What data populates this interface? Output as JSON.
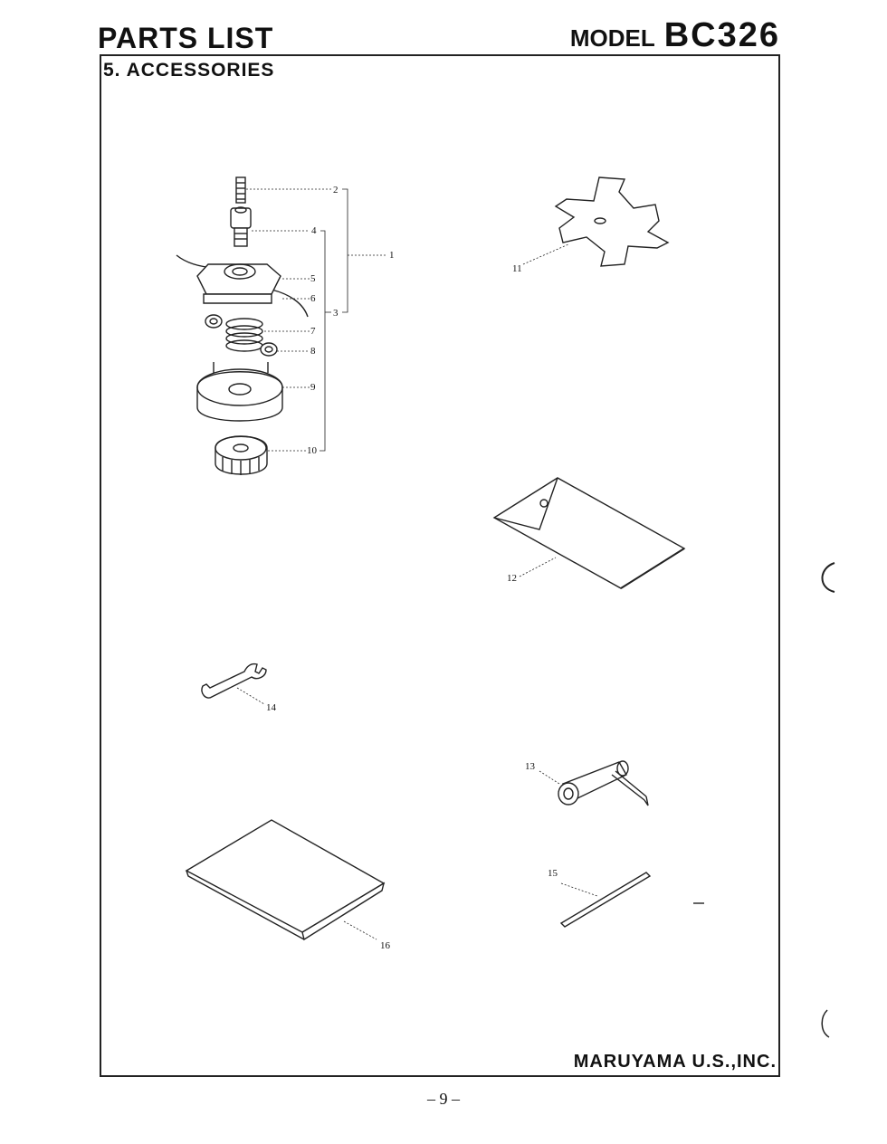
{
  "header": {
    "title": "PARTS LIST",
    "model_label": "MODEL",
    "model_number": "BC326"
  },
  "section": {
    "title": "5. ACCESSORIES"
  },
  "footer": {
    "company": "MARUYAMA U.S.,INC.",
    "page_number": "– 9 –"
  },
  "callouts": {
    "c1": "1",
    "c2": "2",
    "c3": "3",
    "c4": "4",
    "c5": "5",
    "c6": "6",
    "c7": "7",
    "c8": "8",
    "c9": "9",
    "c10": "10",
    "c11": "11",
    "c12": "12",
    "c13": "13",
    "c14": "14",
    "c15": "15",
    "c16": "16"
  }
}
